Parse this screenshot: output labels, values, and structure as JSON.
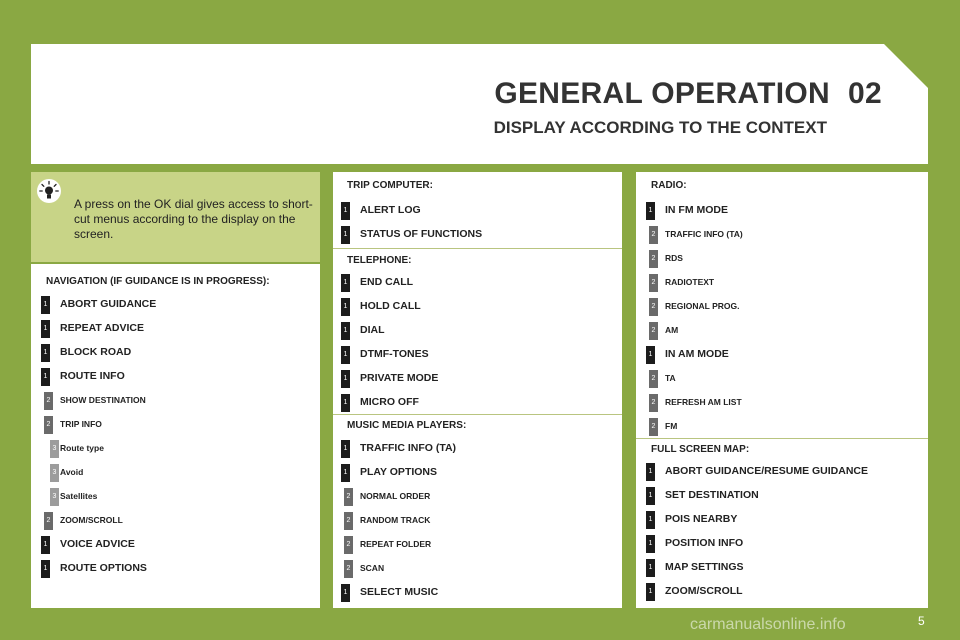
{
  "header": {
    "title": "GENERAL OPERATION",
    "chapter": "02",
    "subtitle": "DISPLAY ACCORDING TO THE CONTEXT"
  },
  "tip": {
    "icon": "lightbulb-icon",
    "text": "A press on the OK dial gives access to short-cut menus according to the display on the screen."
  },
  "navigation": {
    "title": "NAVIGATION (IF GUIDANCE IS IN PROGRESS):",
    "items": [
      {
        "level": "1",
        "label": "ABORT GUIDANCE"
      },
      {
        "level": "1",
        "label": "REPEAT ADVICE"
      },
      {
        "level": "1",
        "label": "BLOCK ROAD"
      },
      {
        "level": "1",
        "label": "ROUTE INFO"
      },
      {
        "level": "2",
        "label": "SHOW DESTINATION"
      },
      {
        "level": "2",
        "label": "TRIP INFO"
      },
      {
        "level": "3",
        "label": "Route type"
      },
      {
        "level": "3",
        "label": "Avoid"
      },
      {
        "level": "3",
        "label": "Satellites"
      },
      {
        "level": "2",
        "label": "ZOOM/SCROLL"
      },
      {
        "level": "1",
        "label": "VOICE ADVICE"
      },
      {
        "level": "1",
        "label": "ROUTE OPTIONS"
      }
    ]
  },
  "trip_computer": {
    "title": "TRIP COMPUTER:",
    "items": [
      {
        "level": "1",
        "label": "ALERT LOG"
      },
      {
        "level": "1",
        "label": "STATUS OF FUNCTIONS"
      }
    ]
  },
  "telephone": {
    "title": "TELEPHONE:",
    "items": [
      {
        "level": "1",
        "label": "END CALL"
      },
      {
        "level": "1",
        "label": "HOLD CALL"
      },
      {
        "level": "1",
        "label": "DIAL"
      },
      {
        "level": "1",
        "label": "DTMF-TONES"
      },
      {
        "level": "1",
        "label": "PRIVATE MODE"
      },
      {
        "level": "1",
        "label": "MICRO OFF"
      }
    ]
  },
  "music": {
    "title": "MUSIC MEDIA PLAYERS:",
    "items": [
      {
        "level": "1",
        "label": "TRAFFIC INFO (TA)"
      },
      {
        "level": "1",
        "label": "PLAY OPTIONS"
      },
      {
        "level": "2",
        "label": "NORMAL ORDER"
      },
      {
        "level": "2",
        "label": "RANDOM TRACK"
      },
      {
        "level": "2",
        "label": "REPEAT FOLDER"
      },
      {
        "level": "2",
        "label": "SCAN"
      },
      {
        "level": "1",
        "label": "SELECT MUSIC"
      }
    ]
  },
  "radio": {
    "title": "RADIO:",
    "items": [
      {
        "level": "1",
        "label": "IN FM MODE"
      },
      {
        "level": "2",
        "label": "TRAFFIC INFO (TA)"
      },
      {
        "level": "2",
        "label": "RDS"
      },
      {
        "level": "2",
        "label": "RADIOTEXT"
      },
      {
        "level": "2",
        "label": "REGIONAL PROG."
      },
      {
        "level": "2",
        "label": "AM"
      },
      {
        "level": "1",
        "label": "IN AM MODE"
      },
      {
        "level": "2",
        "label": "TA"
      },
      {
        "level": "2",
        "label": "REFRESH AM LIST"
      },
      {
        "level": "2",
        "label": "FM"
      }
    ]
  },
  "fullscreen_map": {
    "title": "FULL SCREEN MAP:",
    "items": [
      {
        "level": "1",
        "label": "ABORT GUIDANCE/RESUME GUIDANCE"
      },
      {
        "level": "1",
        "label": "SET DESTINATION"
      },
      {
        "level": "1",
        "label": "POIS NEARBY"
      },
      {
        "level": "1",
        "label": "POSITION INFO"
      },
      {
        "level": "1",
        "label": "MAP SETTINGS"
      },
      {
        "level": "1",
        "label": "ZOOM/SCROLL"
      }
    ]
  },
  "footer": {
    "page_number": "5",
    "watermark": "carmanualsonline.info"
  }
}
